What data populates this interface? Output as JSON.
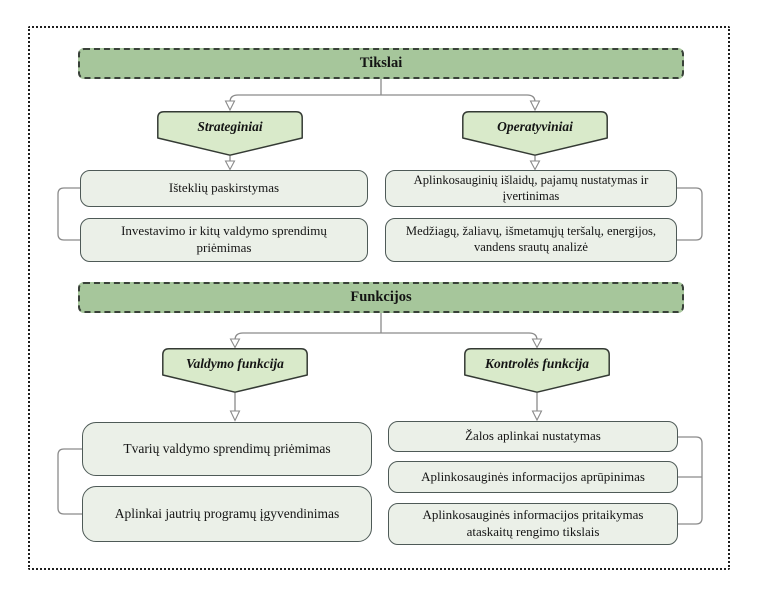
{
  "palette": {
    "bar_fill": "#a6c69b",
    "bar_border": "#394139",
    "pentagon_fill": "#d9eaca",
    "shape_border": "#343a34",
    "box_fill": "#ebf0e8",
    "box_border": "#4e5a57",
    "line": "#8a8a8a",
    "text": "#141414"
  },
  "diagram": {
    "sections": [
      {
        "header": "Tikslai",
        "branches": [
          {
            "label": "Strateginiai",
            "items": [
              "Išteklių paskirstymas",
              "Investavimo ir kitų valdymo sprendimų priėmimas"
            ]
          },
          {
            "label": "Operatyviniai",
            "items": [
              "Aplinkosauginių išlaidų, pajamų nustatymas ir įvertinimas",
              "Medžiagų, žaliavų, išmetamųjų teršalų, energijos, vandens srautų analizė"
            ]
          }
        ]
      },
      {
        "header": "Funkcijos",
        "branches": [
          {
            "label": "Valdymo funkcija",
            "items": [
              "Tvarių valdymo sprendimų priėmimas",
              "Aplinkai jautrių programų įgyvendinimas"
            ]
          },
          {
            "label": "Kontrolės funkcija",
            "items": [
              "Žalos aplinkai nustatymas",
              "Aplinkosauginės informacijos aprūpinimas",
              "Aplinkosauginės informacijos pritaikymas ataskaitų rengimo tikslais"
            ]
          }
        ]
      }
    ]
  }
}
